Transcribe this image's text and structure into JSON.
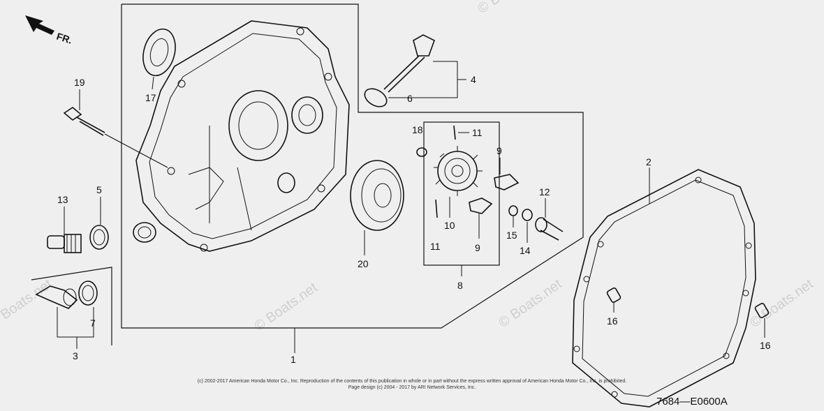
{
  "direction": {
    "label": "FR."
  },
  "callouts": [
    "1",
    "2",
    "3",
    "4",
    "5",
    "6",
    "7",
    "8",
    "9",
    "9",
    "10",
    "11",
    "11",
    "12",
    "13",
    "14",
    "15",
    "16",
    "16",
    "17",
    "18",
    "19",
    "20"
  ],
  "diagram_code": "7684—E0600A",
  "watermarks": [
    "© Boats.net",
    "© Boats.net",
    "© Boats.net",
    "© Boats.net",
    "© Boats.net"
  ],
  "copyright": {
    "line1": "(c) 2002-2017 American Honda Motor Co., Inc. Reproduction of the contents of this publication in whole or in part without the express written approval of American Honda Motor Co., Inc. is prohibited.",
    "line2": "Page design (c) 2004 - 2017 by ARI Network Services, Inc."
  }
}
